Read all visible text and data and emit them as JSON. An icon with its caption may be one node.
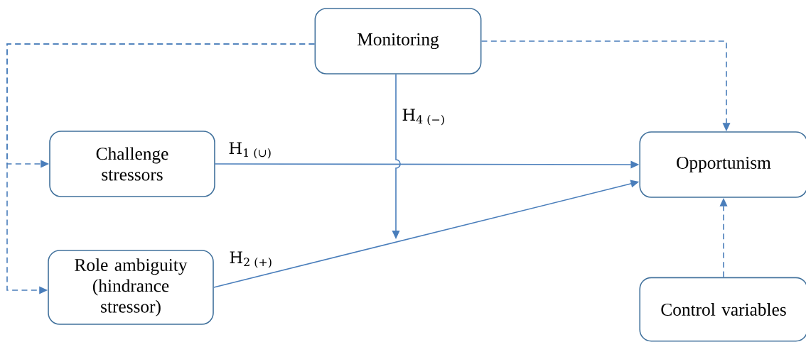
{
  "diagram": {
    "nodes": [
      {
        "text": [
          "Monitoring"
        ]
      },
      {
        "text": [
          "Challenge stressors"
        ]
      },
      {
        "text": [
          "Role ambiguity (hindrance stressor)"
        ]
      },
      {
        "text": [
          "Opportunism"
        ]
      },
      {
        "text": [
          "Control variables"
        ]
      }
    ],
    "edges": [
      {
        "from": 0,
        "to": 1,
        "arrow": "to",
        "style": "dashed"
      },
      {
        "from": 0,
        "to": 2,
        "arrow": "to",
        "style": "dashed"
      },
      {
        "from": 0,
        "to": 3,
        "arrow": "to",
        "style": "dashed"
      },
      {
        "from": 1,
        "to": 3,
        "arrow": "to",
        "label": "H$_{1 (∪)}$"
      },
      {
        "from": 2,
        "to": 3,
        "arrow": "to",
        "label": "H$_{2 (+)}$"
      },
      {
        "from": 4,
        "to": 3,
        "arrow": "to",
        "style": "dashed"
      },
      {
        "from": 0,
        "to": null,
        "arrow": "to",
        "label": "H$_{4 (−)}$"
      }
    ]
  }
}
